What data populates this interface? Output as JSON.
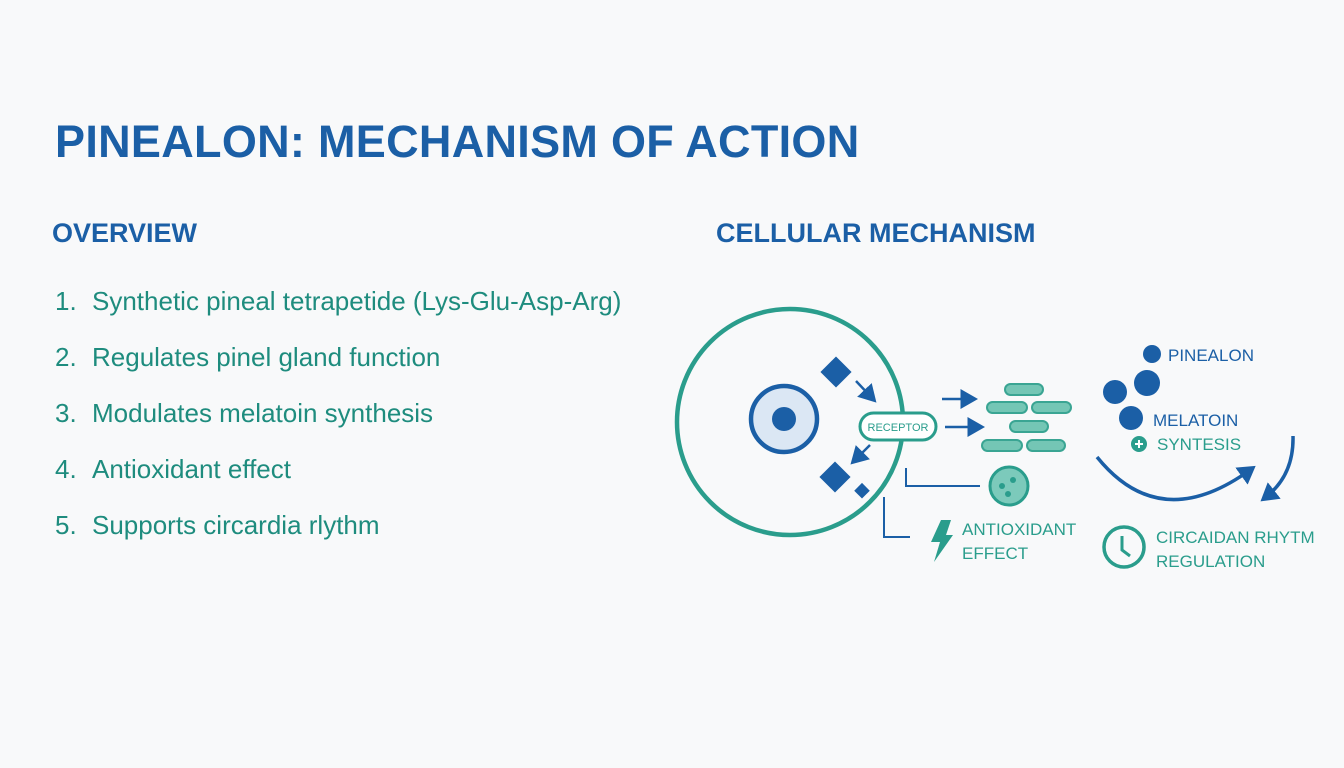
{
  "title": "PINEALON: MECHANISM OF ACTION",
  "overview": {
    "heading": "OVERVIEW",
    "items": [
      {
        "num": "1.",
        "text": "Synthetic pineal tetrapetide (Lys-Glu-Asp-Arg)"
      },
      {
        "num": "2.",
        "text": "Regulates pinel gland function"
      },
      {
        "num": "3.",
        "text": "Modulates melatoin synthesis"
      },
      {
        "num": "4.",
        "text": "Antioxidant effect"
      },
      {
        "num": "5.",
        "text": "Supports circardia rlythm"
      }
    ]
  },
  "mechanism": {
    "heading": "CELLULAR MECHANISM",
    "receptor": "RECEPTOR",
    "antioxidant": [
      "ANTIOXIDANT",
      "EFFECT"
    ],
    "pinealon": "PINEALON",
    "melatoin": "MELATOIN",
    "synthesis": "SYNTESIS",
    "circadian": [
      "CIRCAIDAN RHYTM",
      "REGULATION"
    ]
  },
  "colors": {
    "blue": "#1b5fa6",
    "teal": "#2a9d8c",
    "teal_light": "#6cc3b2",
    "background": "#f8f9fa"
  }
}
